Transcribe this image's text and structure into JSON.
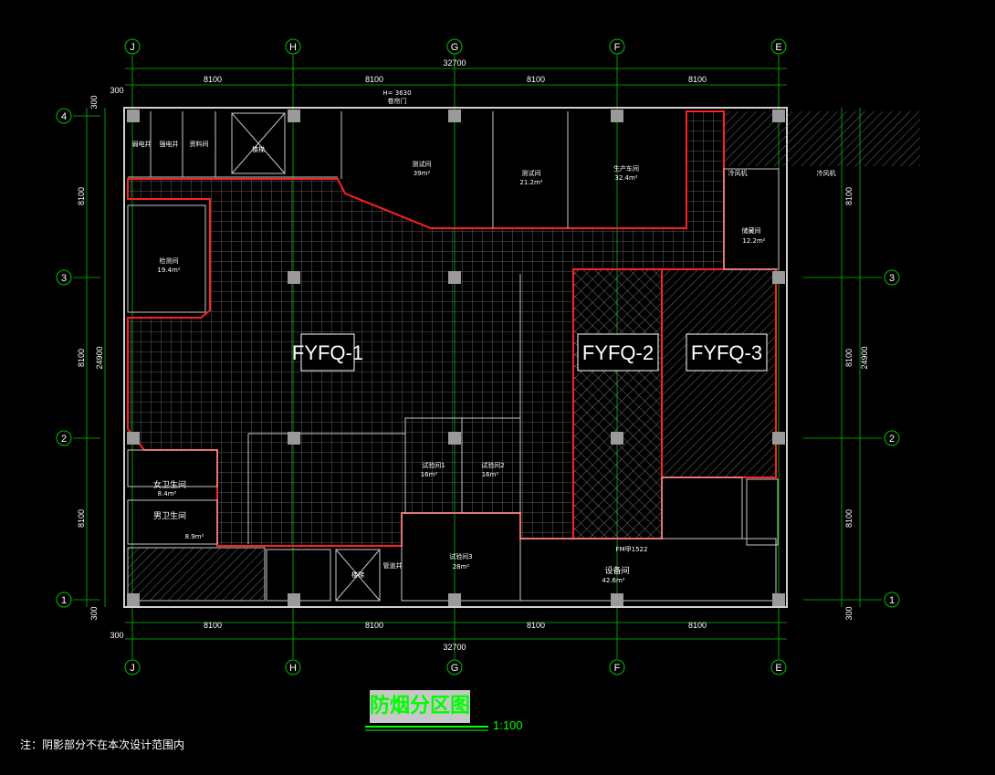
{
  "drawing": {
    "title": "防烟分区图",
    "scale": "1:100",
    "note": "注：阴影部分不在本次设计范围内"
  },
  "axes": {
    "columns": [
      "J",
      "H",
      "G",
      "F",
      "E"
    ],
    "rows": [
      "4",
      "3",
      "2",
      "1"
    ]
  },
  "dimensions": {
    "top_total": "32700",
    "bottom_total": "32700",
    "bay": "8100",
    "edge": "300",
    "side_total": "24900"
  },
  "zones": {
    "z1": "FYFQ-1",
    "z2": "FYFQ-2",
    "z3": "FYFQ-3"
  },
  "rooms": {
    "elev_height": "H= 3630",
    "roll_door": "卷帘门",
    "weak_shaft": "弱电井",
    "strong_shaft": "强电井",
    "material": "资料间",
    "stair": "楼梯",
    "test_room_a": "测试间",
    "test_room_a_area": "39m²",
    "test_room_b": "测试间",
    "test_room_b_area": "21.2m²",
    "workshop": "生产车间",
    "workshop_area": "32.4m²",
    "cold_fan1": "冷风机",
    "cold_fan2": "冷风机",
    "inspect": "检测间",
    "inspect_area": "19.4m²",
    "storage": "储藏间",
    "storage_area": "12.2m²",
    "lab1": "试验间1",
    "lab1_area": "16m²",
    "lab2": "试验间2",
    "lab2_area": "16m²",
    "lab3": "试验间3",
    "lab3_area": "28m²",
    "women_wc": "女卫生间",
    "women_wc_area": "8.4m²",
    "men_wc": "男卫生间",
    "men_wc_area": "8.9m²",
    "stair2": "楼梯",
    "pipe_shaft": "管道井",
    "equipment": "设备间",
    "equipment_area": "42.6m²",
    "door_code": "FM甲1522"
  }
}
